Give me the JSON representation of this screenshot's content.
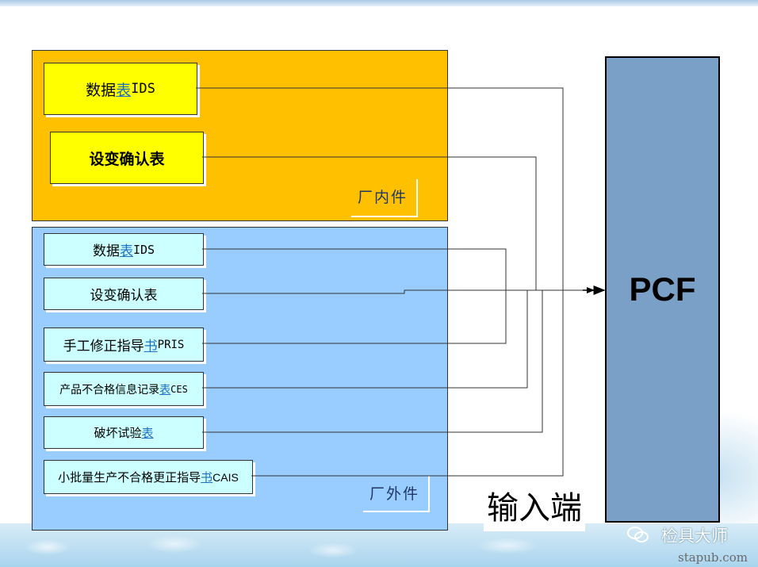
{
  "inside_panel": {
    "label": "厂内件",
    "items": [
      {
        "pre": "数据",
        "hl": "表",
        "post": " IDS"
      },
      {
        "pre": "设变确认表",
        "hl": "",
        "post": ""
      }
    ]
  },
  "outside_panel": {
    "label": "厂外件",
    "items": [
      {
        "pre": "数据",
        "hl": "表",
        "post": " IDS"
      },
      {
        "pre": "设变确认表",
        "hl": "",
        "post": ""
      },
      {
        "pre": "手工修正指导",
        "hl": "书",
        "post": " PRIS"
      },
      {
        "pre": "产品不合格信息记录",
        "hl": "表",
        "post": " CES"
      },
      {
        "pre": "破坏试验",
        "hl": "表",
        "post": ""
      },
      {
        "pre": "小批量生产不合格更正指导",
        "hl": "书",
        "post": " CAIS"
      }
    ]
  },
  "target": {
    "label": "PCF"
  },
  "caption": "输入端",
  "watermark": {
    "name": "检具大师",
    "url": "stapub.com"
  },
  "colors": {
    "inside_panel": "#ffc000",
    "outside_panel": "#99ccff",
    "inside_box": "#ffff00",
    "outside_box": "#ccffff",
    "pcf": "#7ba0c8",
    "highlight_text": "#1f6fc0"
  }
}
